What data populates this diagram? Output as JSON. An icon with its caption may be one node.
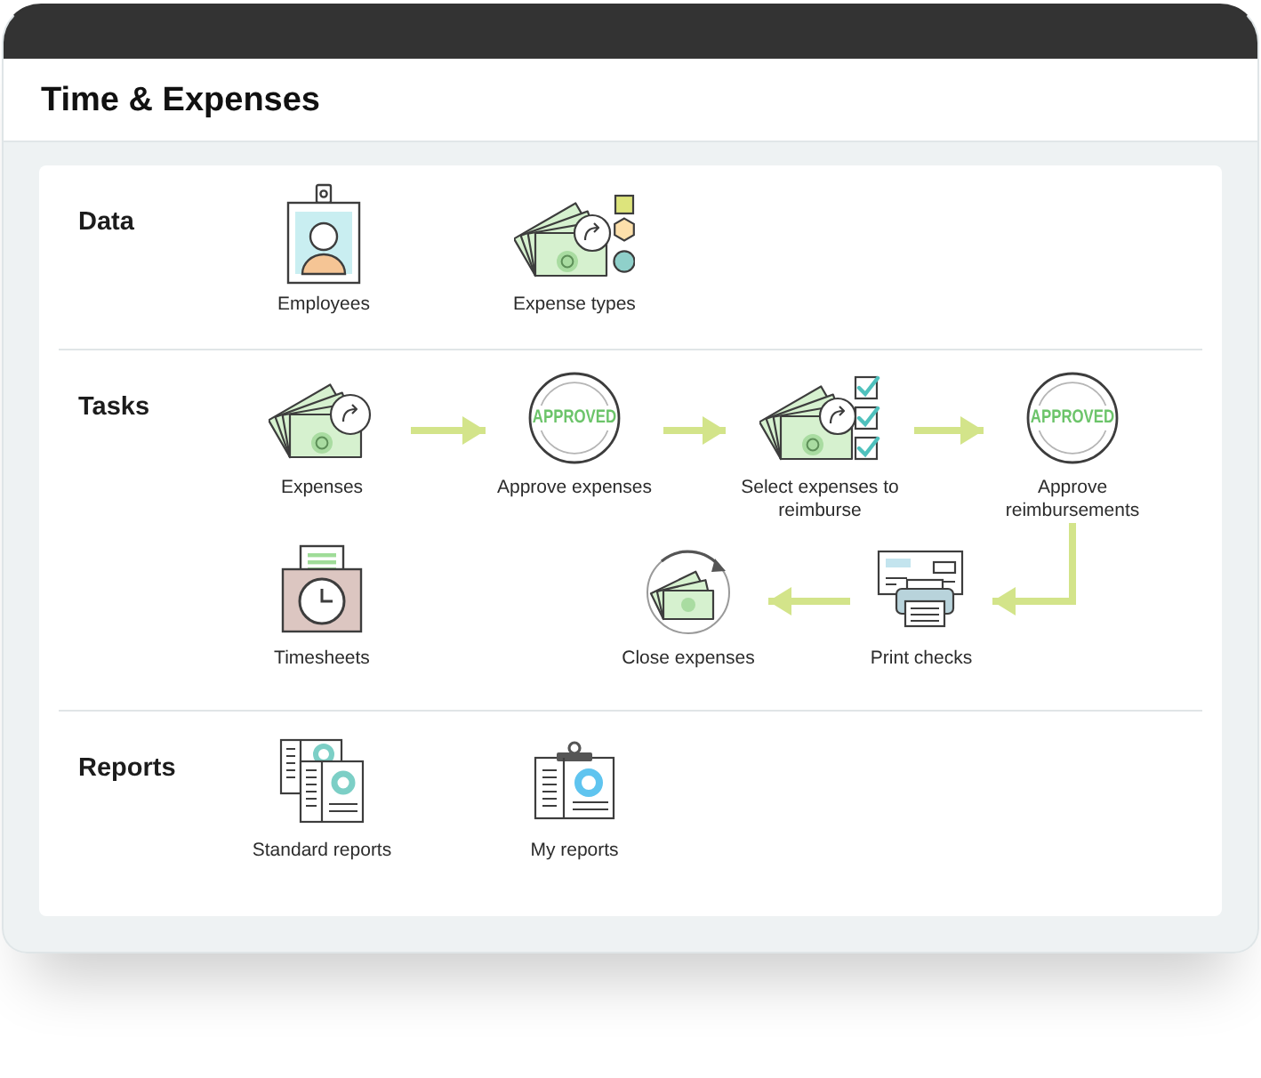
{
  "diagram": {
    "title": "Time & Expenses",
    "nodes": [
      {
        "text": [
          "Data"
        ]
      },
      {
        "text": [
          "Employees"
        ],
        "in": 0
      },
      {
        "text": [
          "Expense types"
        ],
        "in": 0
      },
      {
        "text": [
          "Tasks"
        ]
      },
      {
        "text": [
          "Expenses"
        ],
        "in": 3
      },
      {
        "text": [
          "APPROVED",
          "Approve expenses"
        ],
        "in": 3
      },
      {
        "text": [
          "Select expenses to reimburse"
        ],
        "in": 3
      },
      {
        "text": [
          "APPROVED",
          "Approve reimbursements"
        ],
        "in": 3
      },
      {
        "text": [
          "Timesheets"
        ],
        "in": 3
      },
      {
        "text": [
          "Close expenses"
        ],
        "in": 3
      },
      {
        "text": [
          "Print checks"
        ],
        "in": 3
      },
      {
        "text": [
          "Reports"
        ]
      },
      {
        "text": [
          "Standard reports"
        ],
        "in": 11
      },
      {
        "text": [
          "My reports"
        ],
        "in": 11
      }
    ],
    "edges": [
      {
        "from": 4,
        "to": 5,
        "arrow": "to"
      },
      {
        "from": 5,
        "to": 6,
        "arrow": "to"
      },
      {
        "from": 6,
        "to": 7,
        "arrow": "to"
      },
      {
        "from": 7,
        "to": 10,
        "arrow": "to"
      },
      {
        "from": 10,
        "to": 9,
        "arrow": "to"
      }
    ]
  }
}
